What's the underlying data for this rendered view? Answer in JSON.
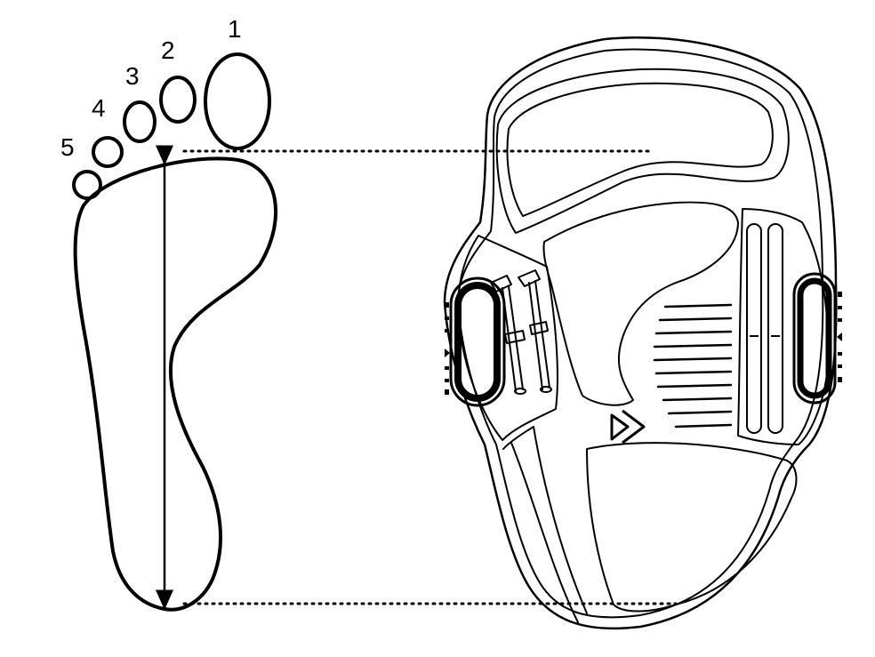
{
  "figure": {
    "toe_labels": [
      "1",
      "2",
      "3",
      "4",
      "5"
    ],
    "colors": {
      "ink": "#000000",
      "background": "#ffffff"
    },
    "icons": {
      "foot": "footprint-outline",
      "pad": "footpad-outline",
      "logo": "brand-logo",
      "measure": "double-arrow"
    }
  }
}
